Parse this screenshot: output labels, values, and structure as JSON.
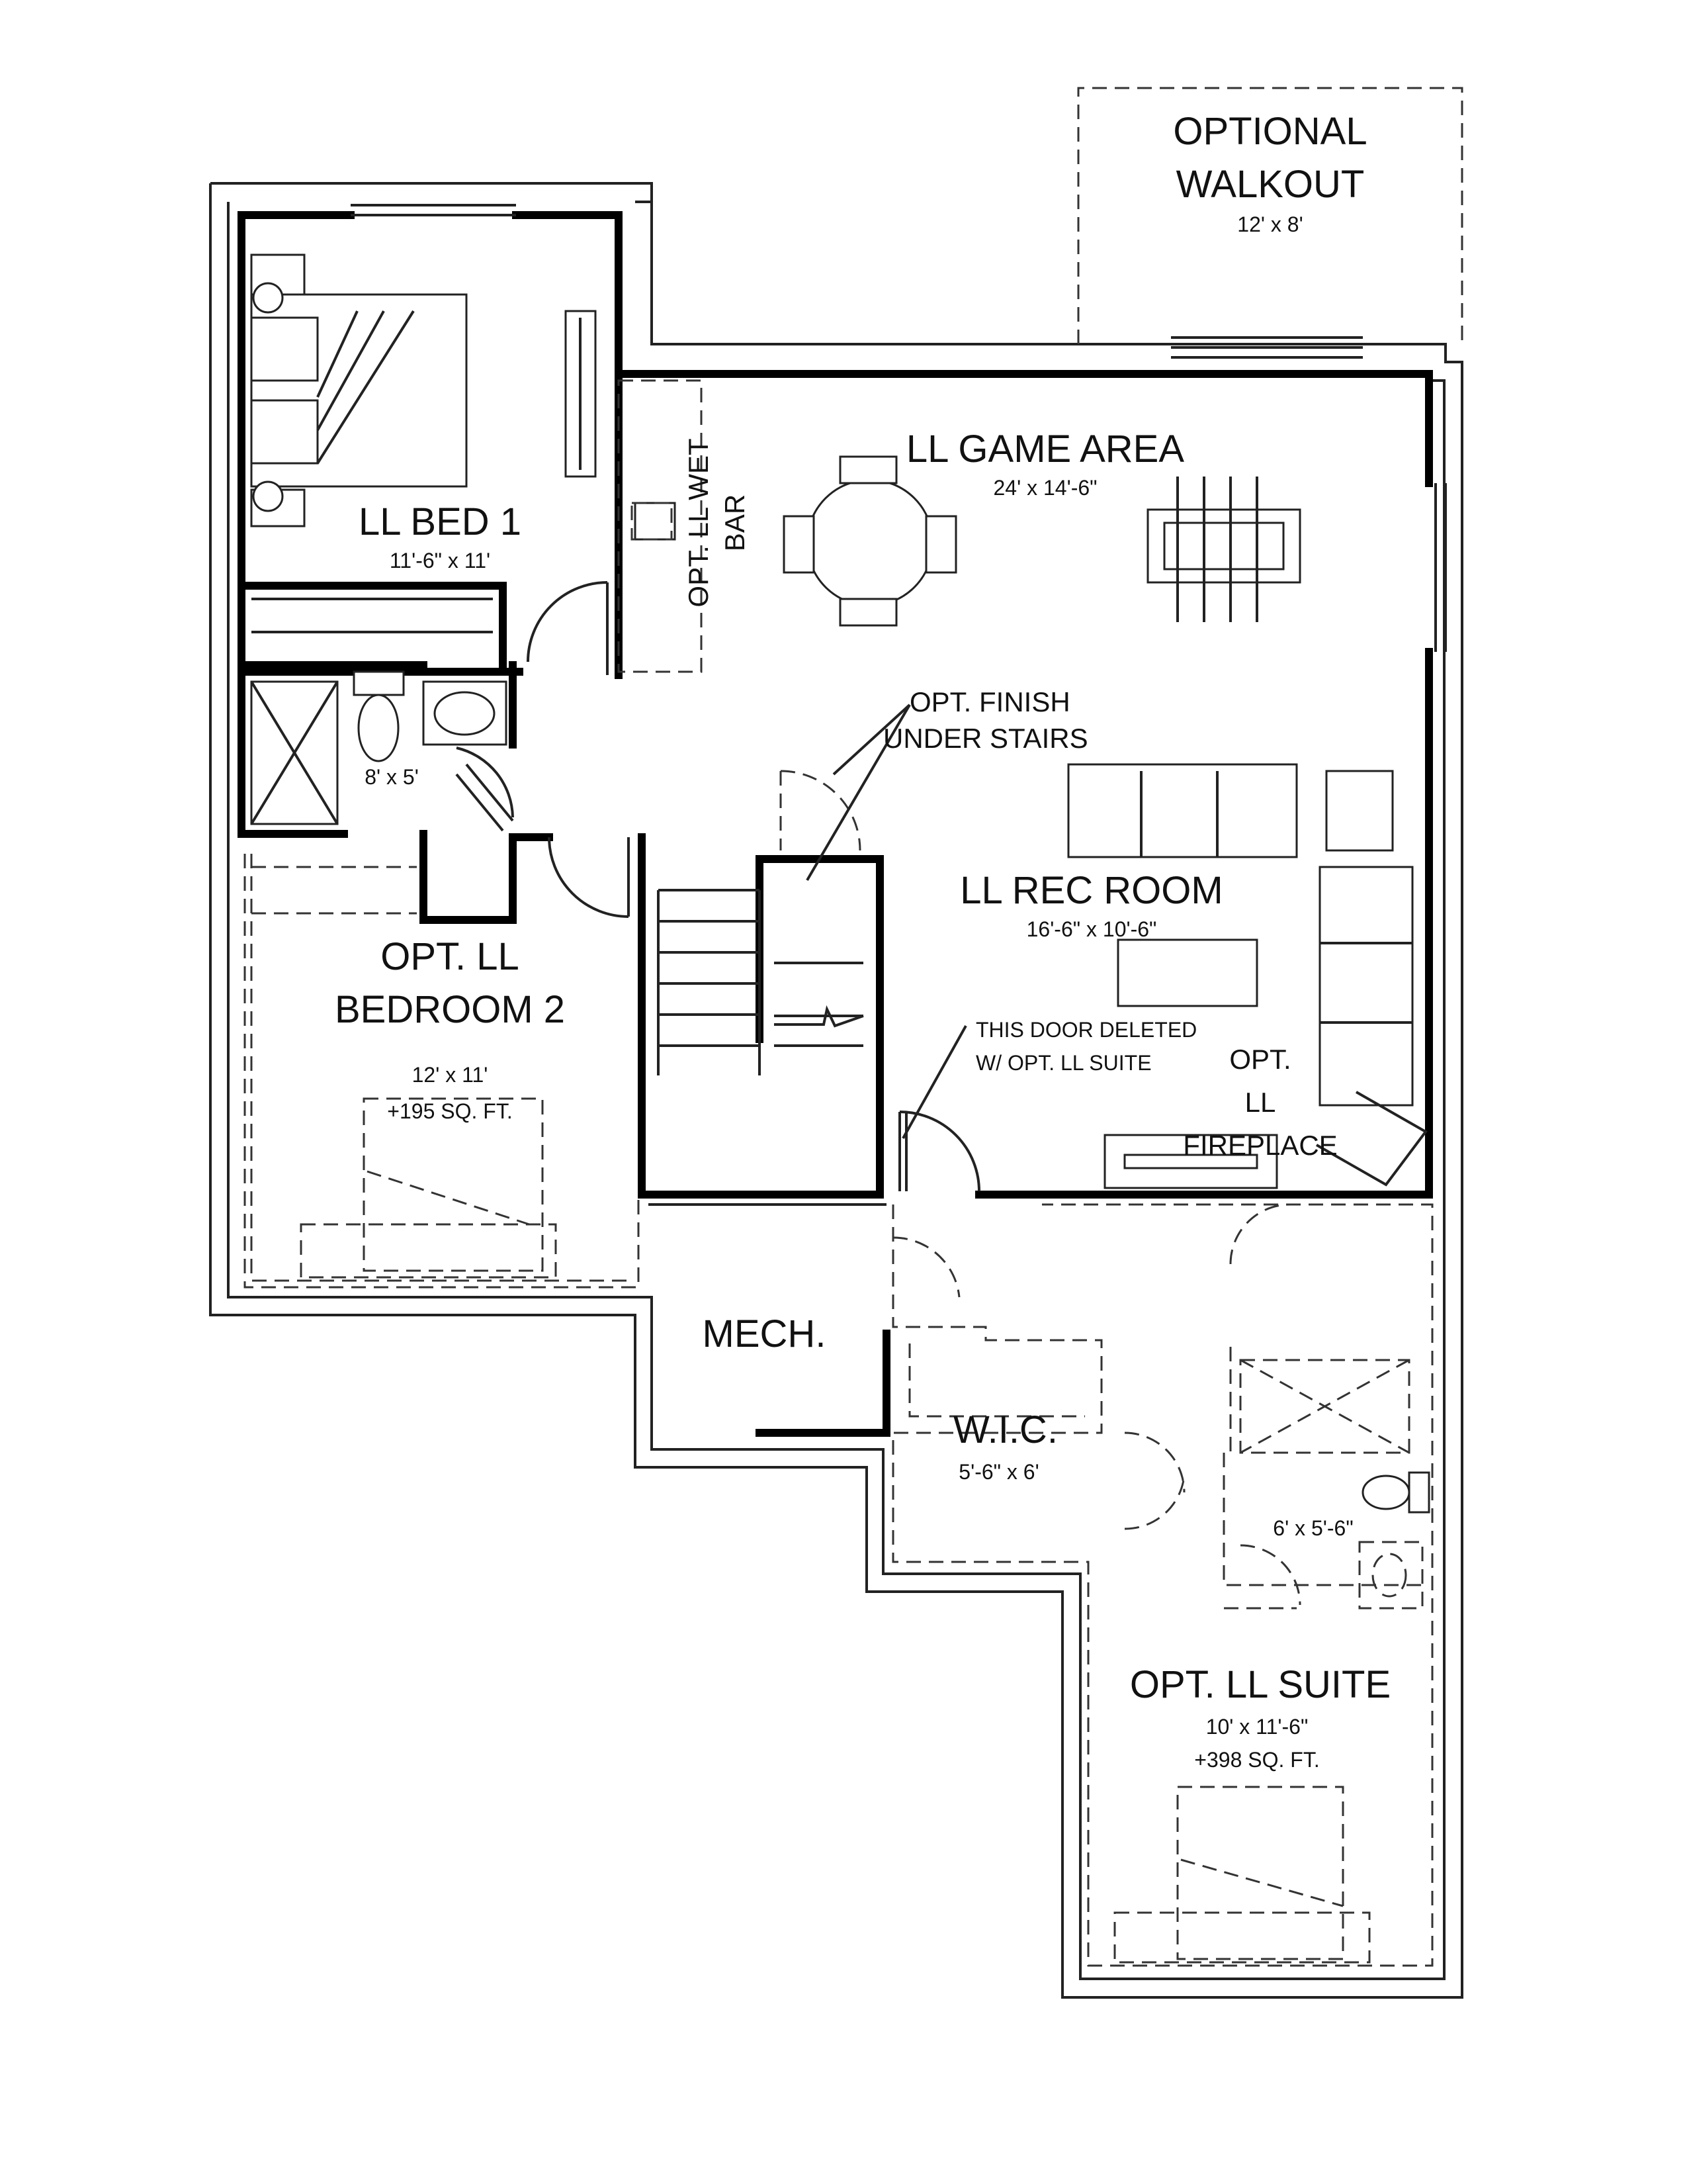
{
  "rooms": {
    "optional_walkout": {
      "line1": "OPTIONAL",
      "line2": "WALKOUT",
      "size": "12' x 8'"
    },
    "game_area": {
      "name": "LL GAME AREA",
      "size": "24' x 14'-6\""
    },
    "bed1": {
      "name": "LL BED 1",
      "size": "11'-6\" x 11'"
    },
    "wet_bar": {
      "line1": "OPT. LL WET",
      "line2": "BAR"
    },
    "bath1": {
      "size": "8' x 5'"
    },
    "finish_under_stairs": {
      "line1": "OPT. FINISH",
      "line2": "UNDER STAIRS"
    },
    "rec_room": {
      "name": "LL REC ROOM",
      "size": "16'-6\" x 10'-6\""
    },
    "bedroom2": {
      "line1": "OPT. LL",
      "line2": "BEDROOM 2",
      "size": "12' x 11'",
      "area": "+195 SQ. FT."
    },
    "door_note": {
      "line1": "THIS DOOR DELETED",
      "line2": "W/ OPT. LL SUITE"
    },
    "fireplace": {
      "line1": "OPT.",
      "line2": "LL",
      "line3": "FIREPLACE"
    },
    "mech": {
      "name": "MECH."
    },
    "wic": {
      "name": "W.I.C.",
      "size": "5'-6\" x 6'"
    },
    "bath2": {
      "size": "6' x 5'-6\""
    },
    "suite": {
      "name": "OPT. LL SUITE",
      "size": "10' x 11'-6\"",
      "area": "+398 SQ. FT."
    }
  }
}
